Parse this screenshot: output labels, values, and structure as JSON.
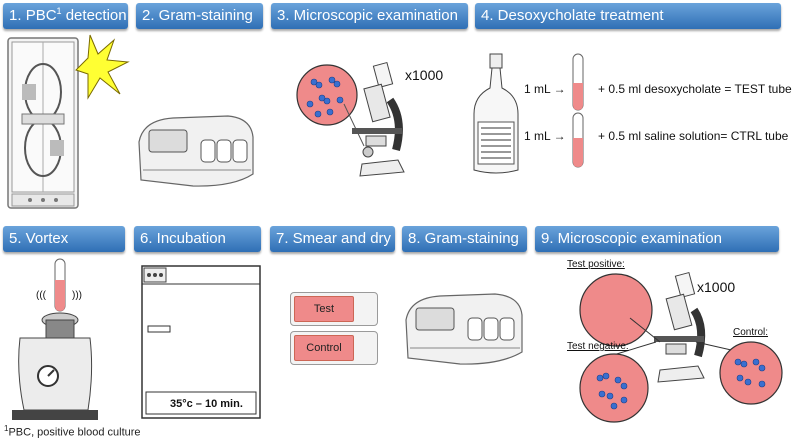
{
  "steps": [
    {
      "num": "1.",
      "label": "PBC",
      "sup": "1",
      "rest": " detection"
    },
    {
      "label": "2. Gram-staining"
    },
    {
      "label": "3. Microscopic examination"
    },
    {
      "label": "4. Desoxycholate treatment"
    },
    {
      "label": "5. Vortex"
    },
    {
      "label": "6. Incubation"
    },
    {
      "label": "7. Smear and dry"
    },
    {
      "label": "8. Gram-staining"
    },
    {
      "label": "9. Microscopic examination"
    }
  ],
  "magnification_top": "x1000",
  "magnification_bottom": "x1000",
  "test_row": {
    "volume": "1 mL →",
    "text": "+ 0.5 ml desoxycholate = TEST tube"
  },
  "ctrl_row": {
    "volume": "1 mL →",
    "text": "+ 0.5 ml saline solution= CTRL tube"
  },
  "incubator_label": "35°c – 10 min.",
  "vortex_sound_left": "(((",
  "vortex_sound_right": ")))",
  "slides": {
    "test": "Test",
    "control": "Control"
  },
  "results": {
    "positive": "Test positive:",
    "negative": "Test negative:",
    "control": "Control:"
  },
  "footnote": {
    "sup": "1",
    "text": "PBC, positive blood culture"
  },
  "colors": {
    "header": "#2f6fb5",
    "pink": "#ef8a8a",
    "bacteria": "#3a6fd0"
  }
}
